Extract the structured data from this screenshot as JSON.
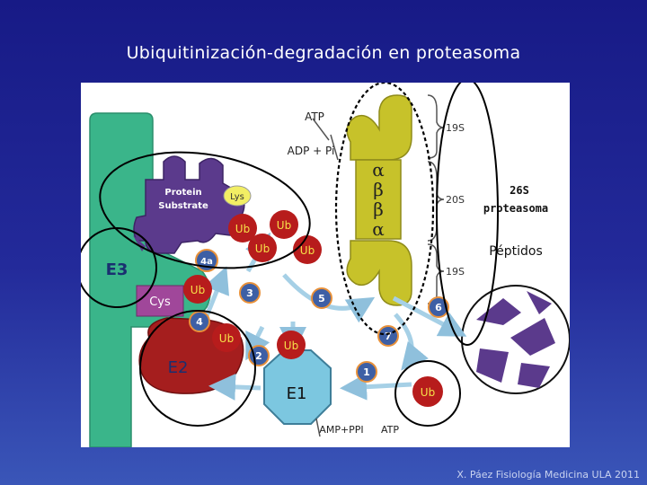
{
  "title": "Ubiquitinización-degradación en proteasoma",
  "credit": "X. Páez Fisiología Medicina ULA 2011",
  "colors": {
    "background": "#1d2290",
    "green": "#3ab58a",
    "purple": "#5b3a8c",
    "red": "#a51e1e",
    "yellow": "#c7c22a",
    "octagon": "#7cc7e0",
    "step_badge": "#3d5fa5",
    "arrow": "#a6d0e6"
  },
  "labels": {
    "e3": "E3",
    "e2": "E2",
    "e1": "E1",
    "cys": "Cys",
    "protein": "Protein",
    "substrate": "Substrate",
    "lys": "Lys",
    "ub": "Ub",
    "atp_top": "ATP",
    "adp_pi": "ADP + Pi",
    "s19_top": "19S",
    "s20": "20S",
    "s19_bottom": "19S",
    "alpha_top": "α",
    "beta_1": "β",
    "beta_2": "β",
    "alpha_bottom": "α",
    "proteasome_line1": "26S",
    "proteasome_line2": "proteasoma",
    "peptides": "Péptidos",
    "amp_ppi": "AMP+PPI",
    "atp_bottom": "ATP"
  },
  "steps": [
    "1",
    "2",
    "3",
    "4",
    "4a",
    "5",
    "6",
    "7"
  ]
}
